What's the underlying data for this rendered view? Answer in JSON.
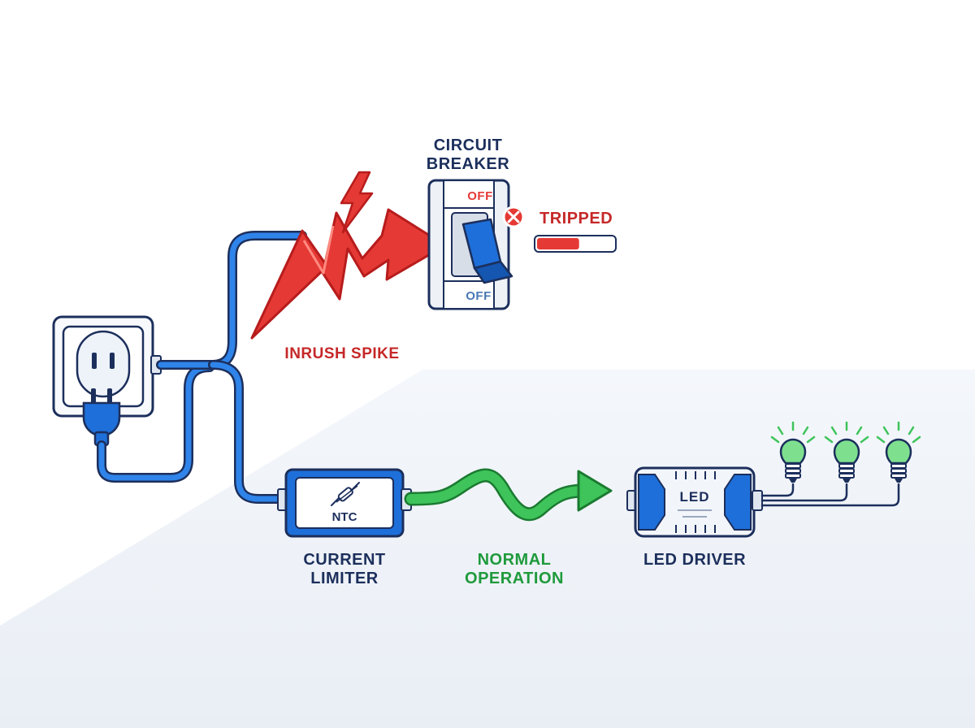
{
  "labels": {
    "breaker_line1": "CIRCUIT",
    "breaker_line2": "BREAKER",
    "breaker_top_state": "OFF",
    "breaker_bottom_state": "OFF",
    "tripped": "TRIPPED",
    "inrush": "INRUSH SPIKE",
    "limiter_chip": "NTC",
    "limiter_line1": "CURRENT",
    "limiter_line2": "LIMITER",
    "normal_line1": "NORMAL",
    "normal_line2": "OPERATION",
    "driver_chip": "LED",
    "driver_label": "LED DRIVER"
  },
  "colors": {
    "navy": "#1c2f5c",
    "cable_blue": "#1e6fd9",
    "spike_red": "#e53935",
    "flow_green": "#3ec45a",
    "bulb_green": "#7ee08f",
    "tripped_red": "#c62828"
  },
  "icons": [
    "wall-outlet-icon",
    "plug-icon",
    "lightning-icon",
    "close-icon",
    "resistor-icon",
    "led-bulb-icon"
  ],
  "tripped_meter_fill": 0.55
}
